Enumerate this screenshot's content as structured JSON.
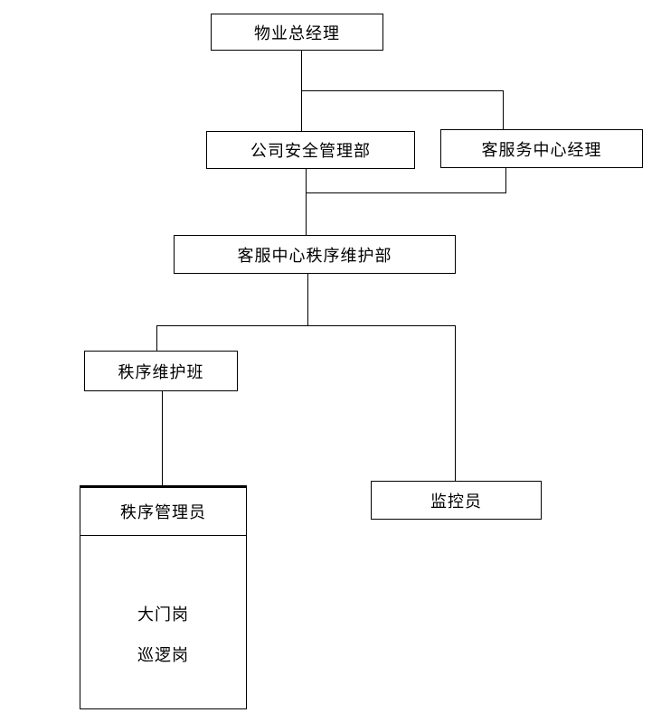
{
  "diagram": {
    "type": "org-chart",
    "nodes": {
      "general_manager": {
        "label": "物业总经理"
      },
      "safety_dept": {
        "label": "公司安全管理部"
      },
      "service_center_manager": {
        "label": "客服务中心经理"
      },
      "order_maintenance_dept": {
        "label": "客服中心秩序维护部"
      },
      "order_maintenance_squad": {
        "label": "秩序维护班"
      },
      "monitor": {
        "label": "监控员"
      },
      "order_admin": {
        "label": "秩序管理员",
        "posts": [
          "大门岗",
          "巡逻岗"
        ]
      }
    },
    "edges": [
      {
        "from": "物业总经理",
        "to": "公司安全管理部"
      },
      {
        "from": "物业总经理",
        "to": "客服务中心经理"
      },
      {
        "from": "公司安全管理部",
        "to": "客服中心秩序维护部"
      },
      {
        "from": "客服务中心经理",
        "to": "客服中心秩序维护部"
      },
      {
        "from": "客服中心秩序维护部",
        "to": "秩序维护班"
      },
      {
        "from": "客服中心秩序维护部",
        "to": "监控员"
      },
      {
        "from": "秩序维护班",
        "to": "秩序管理员"
      }
    ],
    "colors": {
      "line": "#000000",
      "background": "#ffffff",
      "text": "#000000"
    }
  }
}
